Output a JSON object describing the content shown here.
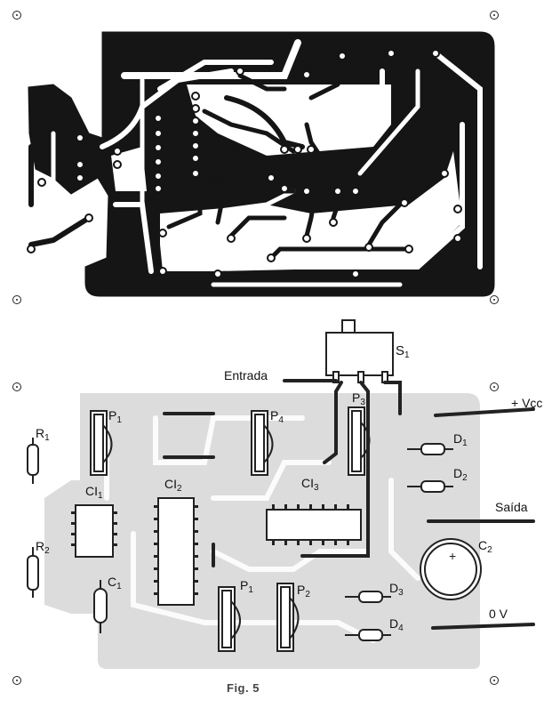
{
  "figure": {
    "caption": "Fig. 5"
  },
  "layout_labels": {
    "s1": "S",
    "s1_sub": "1",
    "entrada": "Entrada",
    "vcc": "+ Vcc",
    "saida": "Saída",
    "zero_v": "0 V",
    "p1_top": "P",
    "p1_top_sub": "1",
    "p4": "P",
    "p4_sub": "4",
    "p3": "P",
    "p3_sub": "3",
    "d1": "D",
    "d1_sub": "1",
    "d2": "D",
    "d2_sub": "2",
    "d3": "D",
    "d3_sub": "3",
    "d4": "D",
    "d4_sub": "4",
    "r1": "R",
    "r1_sub": "1",
    "r2": "R",
    "r2_sub": "2",
    "c1": "C",
    "c1_sub": "1",
    "c2": "C",
    "c2_sub": "2",
    "ci1": "CI",
    "ci1_sub": "1",
    "ci2": "CI",
    "ci2_sub": "2",
    "ci3": "CI",
    "ci3_sub": "3",
    "p1_bottom": "P",
    "p1_bottom_sub": "1",
    "p2": "P",
    "p2_sub": "2"
  },
  "colors": {
    "copper": "#151515",
    "board_shade": "#dcdcdc",
    "component": "#222222"
  }
}
